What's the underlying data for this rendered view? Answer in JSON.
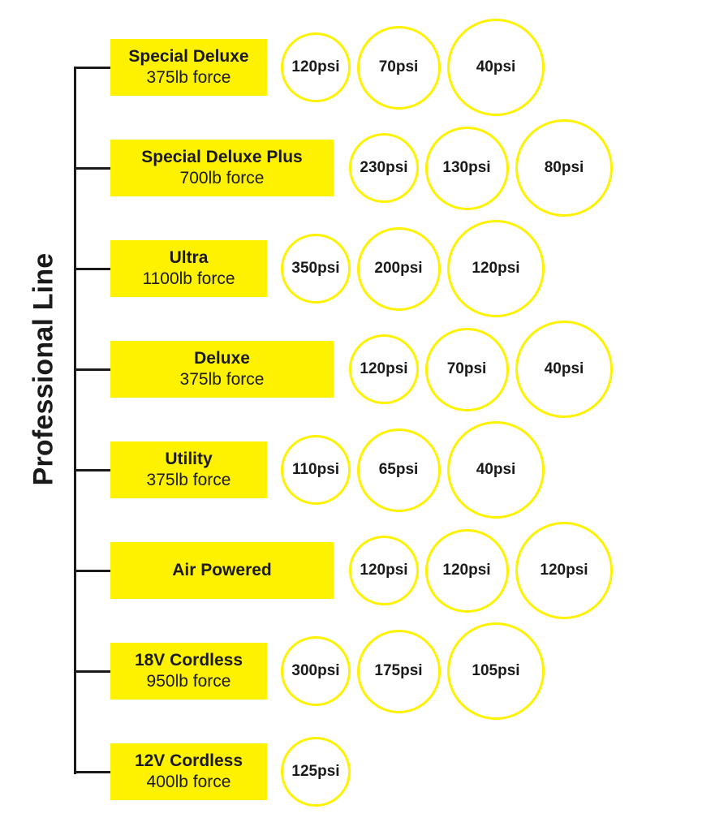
{
  "title": "Professional Line",
  "colors": {
    "accent": "#fff200",
    "line": "#1a1a1a",
    "text": "#1a1a1a"
  },
  "products": [
    {
      "name": "Special Deluxe",
      "force": "375lb force",
      "psi": [
        "120psi",
        "70psi",
        "40psi"
      ]
    },
    {
      "name": "Special Deluxe Plus",
      "force": "700lb force",
      "psi": [
        "230psi",
        "130psi",
        "80psi"
      ]
    },
    {
      "name": "Ultra",
      "force": "1100lb force",
      "psi": [
        "350psi",
        "200psi",
        "120psi"
      ]
    },
    {
      "name": "Deluxe",
      "force": "375lb force",
      "psi": [
        "120psi",
        "70psi",
        "40psi"
      ]
    },
    {
      "name": "Utility",
      "force": "375lb force",
      "psi": [
        "110psi",
        "65psi",
        "40psi"
      ]
    },
    {
      "name": "Air Powered",
      "force": "",
      "psi": [
        "120psi",
        "120psi",
        "120psi"
      ]
    },
    {
      "name": "18V Cordless",
      "force": "950lb force",
      "psi": [
        "300psi",
        "175psi",
        "105psi"
      ]
    },
    {
      "name": "12V Cordless",
      "force": "400lb force",
      "psi": [
        "125psi"
      ]
    }
  ]
}
